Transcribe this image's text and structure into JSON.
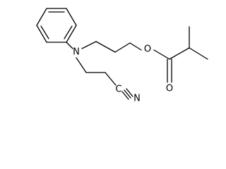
{
  "molecule": {
    "atoms": {
      "nitrogen_amine": "N",
      "oxygen_ester": "O",
      "oxygen_carbonyl": "O",
      "nitrile_carbon": "C",
      "nitrile_nitrogen": "N"
    }
  }
}
